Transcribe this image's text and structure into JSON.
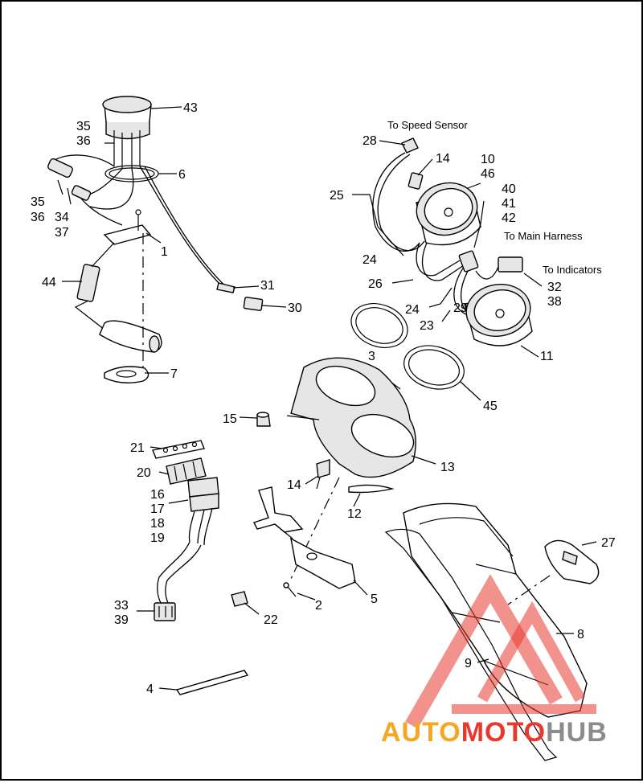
{
  "notes": {
    "speed_sensor": "To Speed Sensor",
    "main_harness": "To Main Harness",
    "indicators": "To Indicators"
  },
  "labels": {
    "l43": "43",
    "l35a": "35",
    "l36a": "36",
    "l6": "6",
    "l35b": "35",
    "l36b": "36",
    "l34": "34",
    "l37": "37",
    "l1": "1",
    "l44": "44",
    "l31": "31",
    "l30": "30",
    "l7": "7",
    "l28": "28",
    "l14a": "14",
    "l10": "10",
    "l46": "46",
    "l25": "25",
    "l40": "40",
    "l41": "41",
    "l42": "42",
    "l24a": "24",
    "l26": "26",
    "l32": "32",
    "l38": "38",
    "l24b": "24",
    "l29": "29",
    "l23": "23",
    "l11": "11",
    "l3": "3",
    "l45": "45",
    "l15": "15",
    "l13": "13",
    "l21": "21",
    "l20": "20",
    "l16": "16",
    "l17": "17",
    "l18": "18",
    "l19": "19",
    "l14b": "14",
    "l12": "12",
    "l27": "27",
    "l2": "2",
    "l5": "5",
    "l33": "33",
    "l39": "39",
    "l22": "22",
    "l8": "8",
    "l9": "9",
    "l4": "4"
  },
  "watermark": {
    "text_a": "AUTO",
    "text_b": "MOTO",
    "text_c": "HUB",
    "color_orange": "#f5a623",
    "color_red": "#e8392f",
    "color_gray": "#8c8c8c"
  }
}
